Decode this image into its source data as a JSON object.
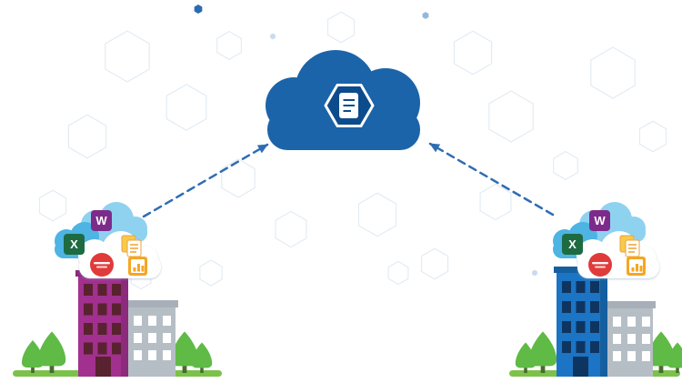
{
  "illustration": {
    "title": "Cloud document sync between two offices",
    "central_cloud": {
      "color": "#1b64a9",
      "badge_icon": "document-hexagon-icon",
      "badge_color": "#0d4c8c"
    },
    "arrows": {
      "color": "#2e6db4",
      "style": "dashed",
      "direction": "offices-to-cloud"
    },
    "app_icons": {
      "word": {
        "letter": "W",
        "color": "#7d2b8a"
      },
      "excel": {
        "letter": "X",
        "color": "#1e6b41"
      },
      "files": {
        "color": "#f9c94a"
      },
      "badge": {
        "color": "#e03a3a"
      },
      "chart": {
        "color": "#f5a623"
      }
    },
    "small_clouds": {
      "light_blue": "#8ed2f0",
      "medium_blue": "#4db4e3",
      "white": "#ffffff"
    },
    "offices": {
      "left": {
        "building_color": "#a2308e",
        "window_color": "#59222f"
      },
      "right": {
        "building_color": "#1b74c4",
        "window_color": "#0e3560"
      },
      "secondary_building_color": "#b6bec5",
      "tree_color": "#5fba46",
      "ground_color": "#7cc24a"
    }
  }
}
